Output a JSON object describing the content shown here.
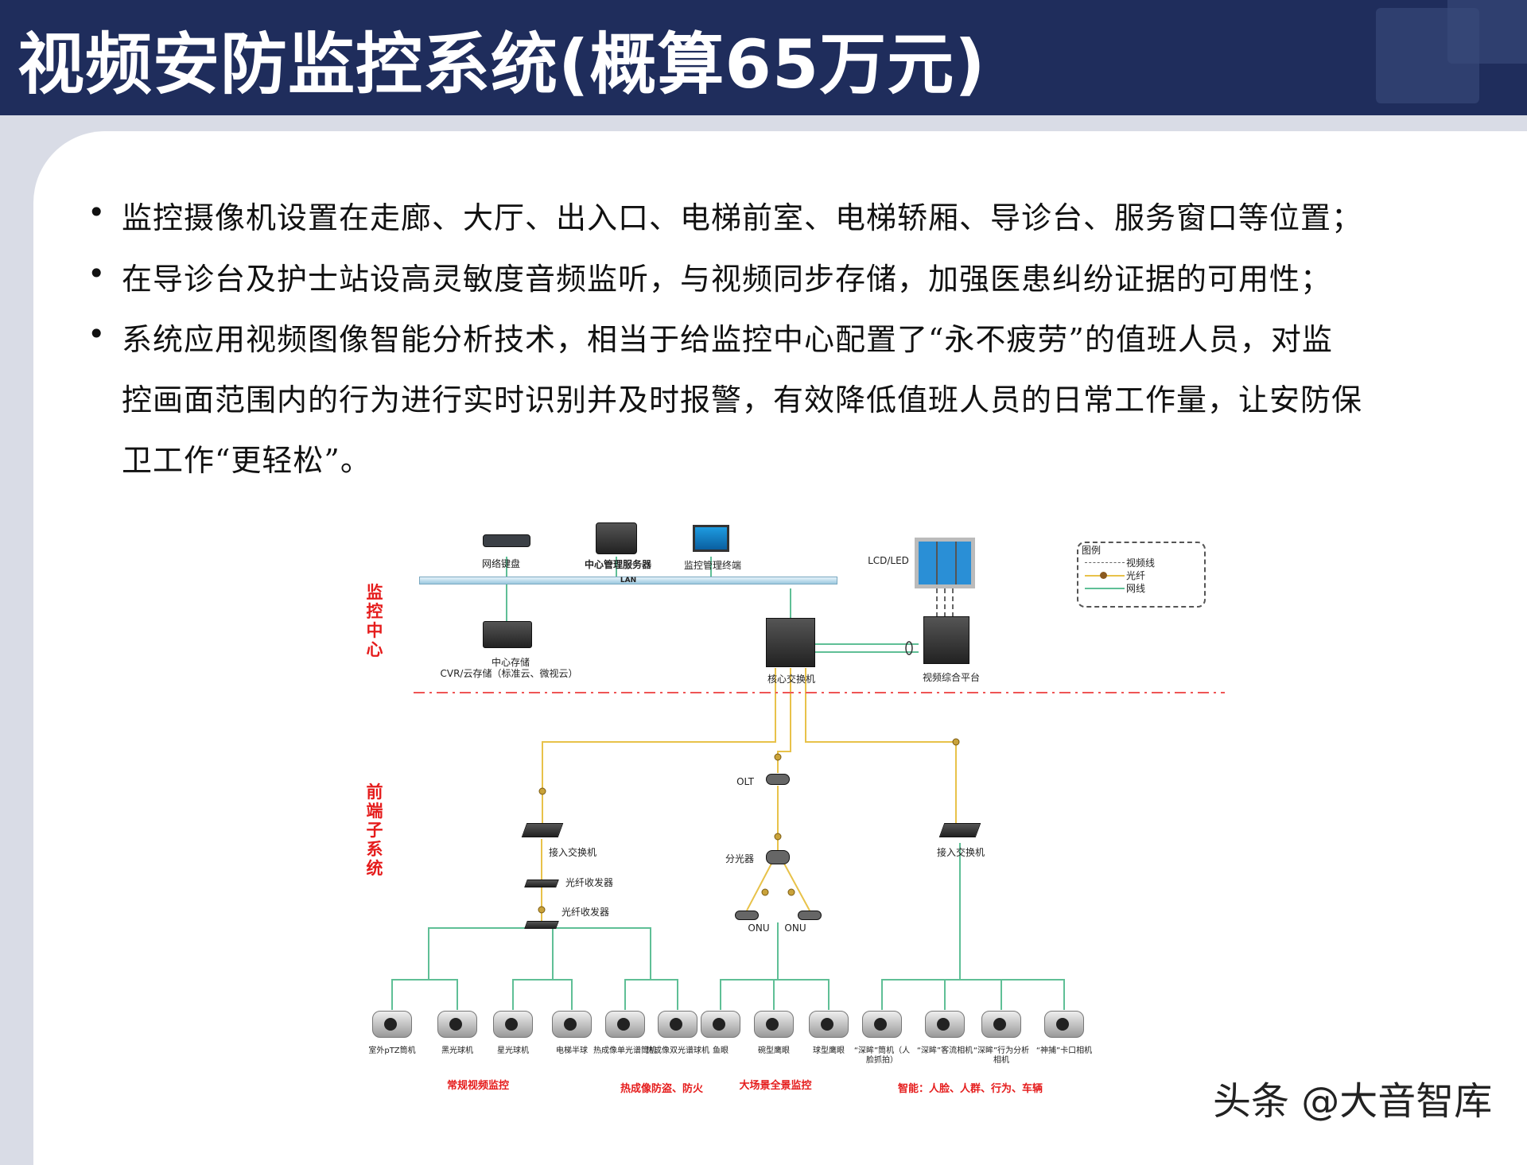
{
  "title": "视频安防监控系统(概算65万元)",
  "bullets": [
    "监控摄像机设置在走廊、大厅、出入口、电梯前室、电梯轿厢、导诊台、服务窗口等位置；",
    "在导诊台及护士站设高灵敏度音频监听，与视频同步存储，加强医患纠纷证据的可用性；",
    "系统应用视频图像智能分析技术，相当于给监控中心配置了“永不疲劳”的值班人员，对监",
    "控画面范围内的行为进行实时识别并及时报警，有效降低值班人员的日常工作量，让安防保",
    "卫工作“更轻松”。"
  ],
  "diagram": {
    "section_center": "监控中心",
    "section_front": "前端子系统",
    "lan": "LAN",
    "keyboard": "网络键盘",
    "server": "中心管理服务器",
    "terminal": "监控管理终端",
    "lcd": "LCD/LED",
    "storage1": "中心存储",
    "storage2": "CVR/云存储（标准云、微视云）",
    "core_switch": "核心交换机",
    "platform": "视频综合平台",
    "legend": {
      "title": "图例",
      "video": "视频线",
      "fiber": "光纤",
      "net": "网线"
    },
    "olt": "OLT",
    "splitter": "分光器",
    "onu1": "ONU",
    "onu2": "ONU",
    "access_left": "接入交换机",
    "access_right": "接入交换机",
    "transceiver1": "光纤收发器",
    "transceiver2": "光纤收发器",
    "cameras": [
      "室外pTZ筒机",
      "黑光球机",
      "星光球机",
      "电梯半球",
      "热成像单光谱筒机",
      "热成像双光谱球机",
      "鱼眼",
      "碗型鹰眼",
      "球型鹰眼",
      "“深眸”筒机（人脸抓拍）",
      "“深眸”客流相机",
      "“深眸”行为分析相机",
      "“神捕”卡口相机"
    ],
    "groups": [
      "常规视频监控",
      "热成像防盗、防火",
      "大场景全景监控",
      "智能：人脸、人群、行为、车辆"
    ]
  },
  "watermark": "头条 @大音智库",
  "colors": {
    "title_bg": "#1f2d5c",
    "fiber": "#e8c24a",
    "net": "#5fbf96",
    "section": "#e51c1c"
  }
}
